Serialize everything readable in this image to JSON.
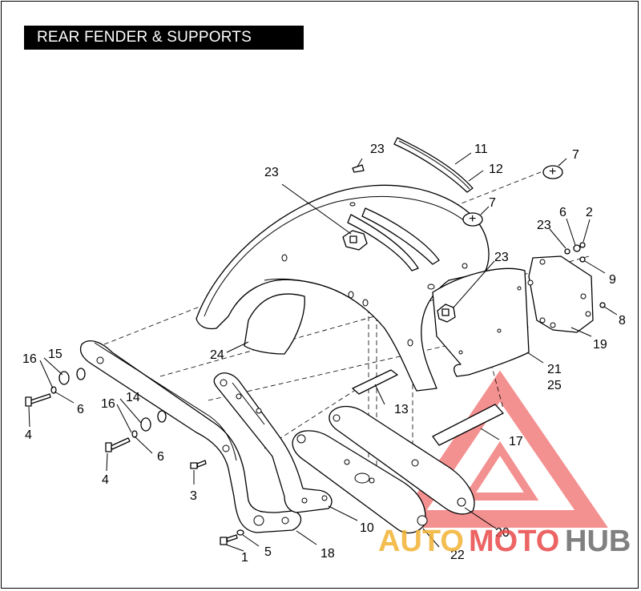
{
  "title": "REAR FENDER & SUPPORTS",
  "watermark": {
    "part1": "AUTO",
    "part2": "MOTO",
    "part3": "HUB",
    "color_auto": "#f2b233",
    "color_moto": "#e94a4a",
    "color_hub": "#6b6b6b"
  },
  "callouts": {
    "c1": "1",
    "c2a": "2",
    "c3": "3",
    "c4a": "4",
    "c4b": "4",
    "c5": "5",
    "c6a": "6",
    "c6b": "6",
    "c6c": "6",
    "c7a": "7",
    "c7b": "7",
    "c8": "8",
    "c9": "9",
    "c10": "10",
    "c11": "11",
    "c12": "12",
    "c13": "13",
    "c14": "14",
    "c15": "15",
    "c16a": "16",
    "c16b": "16",
    "c17": "17",
    "c18": "18",
    "c19": "19",
    "c20": "20",
    "c21": "21",
    "c22": "22",
    "c23a": "23",
    "c23b": "23",
    "c23c": "23",
    "c23d": "23",
    "c24": "24",
    "c25": "25"
  }
}
